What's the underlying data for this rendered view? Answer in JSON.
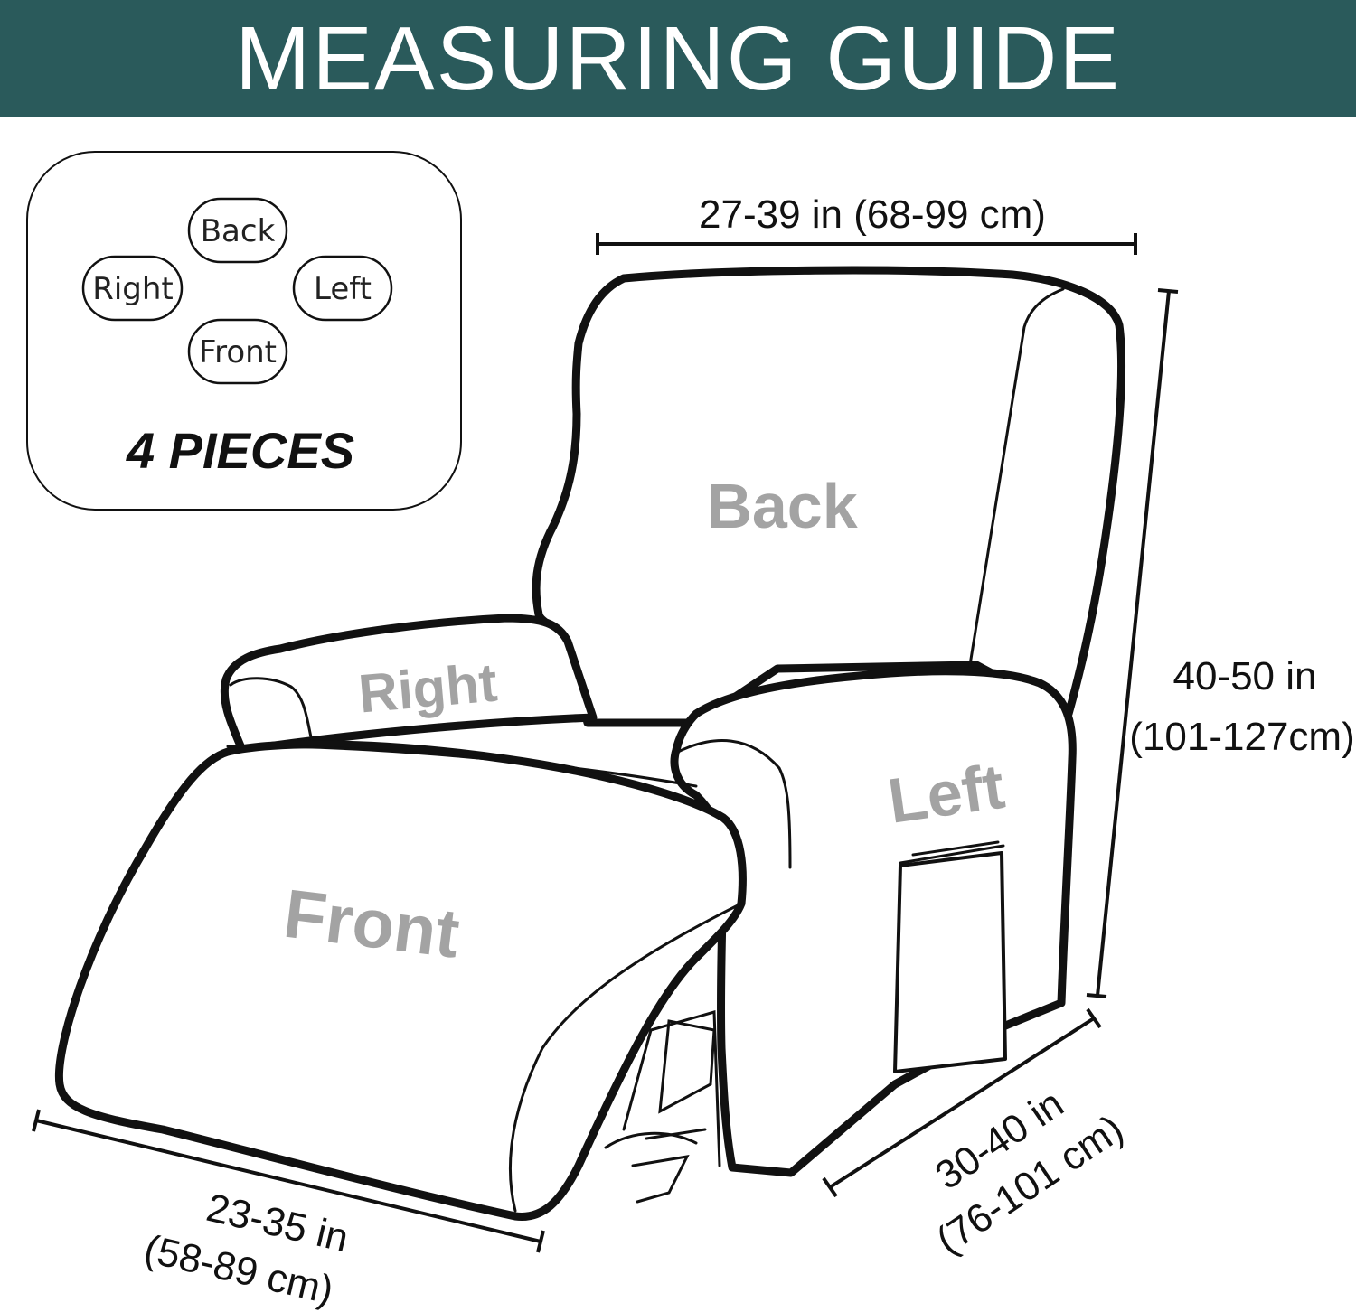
{
  "banner": {
    "title": "MEASURING GUIDE",
    "background": "#2a5a5b"
  },
  "legend": {
    "pieces": [
      {
        "id": "back",
        "label": "Back"
      },
      {
        "id": "right",
        "label": "Right"
      },
      {
        "id": "left",
        "label": "Left"
      },
      {
        "id": "front",
        "label": "Front"
      }
    ],
    "count_label": "4 PIECES"
  },
  "parts": {
    "back": "Back",
    "right": "Right",
    "left": "Left",
    "front": "Front"
  },
  "dimensions": {
    "width": "27-39 in (68-99 cm)",
    "height_in": "40-50 in",
    "height_cm": "(101-127cm)",
    "depth_in": "30-40 in",
    "depth_cm": "(76-101 cm)",
    "footrest_in": "23-35 in",
    "footrest_cm": "(58-89 cm)"
  },
  "colors": {
    "label_gray": "#a3a3a3",
    "outline": "#111111"
  }
}
